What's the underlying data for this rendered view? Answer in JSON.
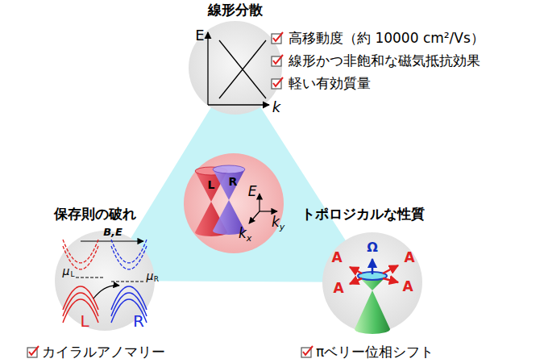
{
  "diagram": {
    "nodes": [
      {
        "text": [
          "線形分散",
          "E",
          "k"
        ]
      },
      {
        "text": [
          "L",
          "R",
          "E",
          "k",
          "x",
          "k",
          "y"
        ]
      },
      {
        "text": [
          "保存則の破れ",
          "B,E",
          "μ",
          "L",
          "μ",
          "R",
          "L",
          "R"
        ]
      },
      {
        "text": [
          "トポロジカルな性質",
          "Ω",
          "A",
          "A",
          "A",
          "A"
        ]
      }
    ],
    "labels": [
      "高移動度（約 10000 cm²/Vs）",
      "線形かつ非飽和な磁気抵抗効果",
      "軽い有効質量",
      "カイラルアノマリー",
      "πベリー位相シフト"
    ]
  }
}
